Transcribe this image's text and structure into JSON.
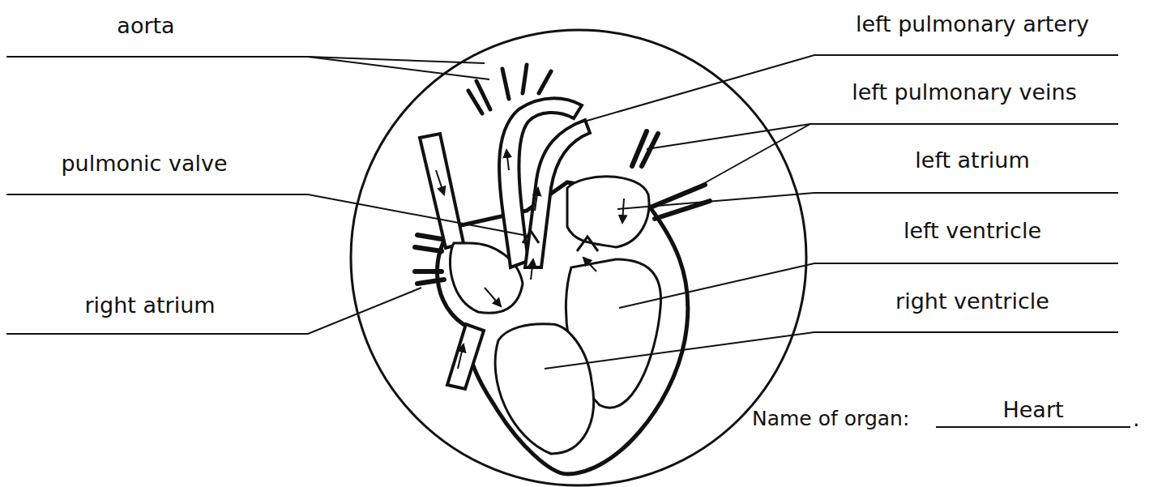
{
  "diagram": {
    "labels": [
      "aorta",
      "left pulmonary artery",
      "pulmonic valve",
      "left pulmonary veins",
      "left atrium",
      "left ventricle",
      "right atrium",
      "right ventricle",
      "Name of organ:",
      "Heart",
      "."
    ]
  }
}
